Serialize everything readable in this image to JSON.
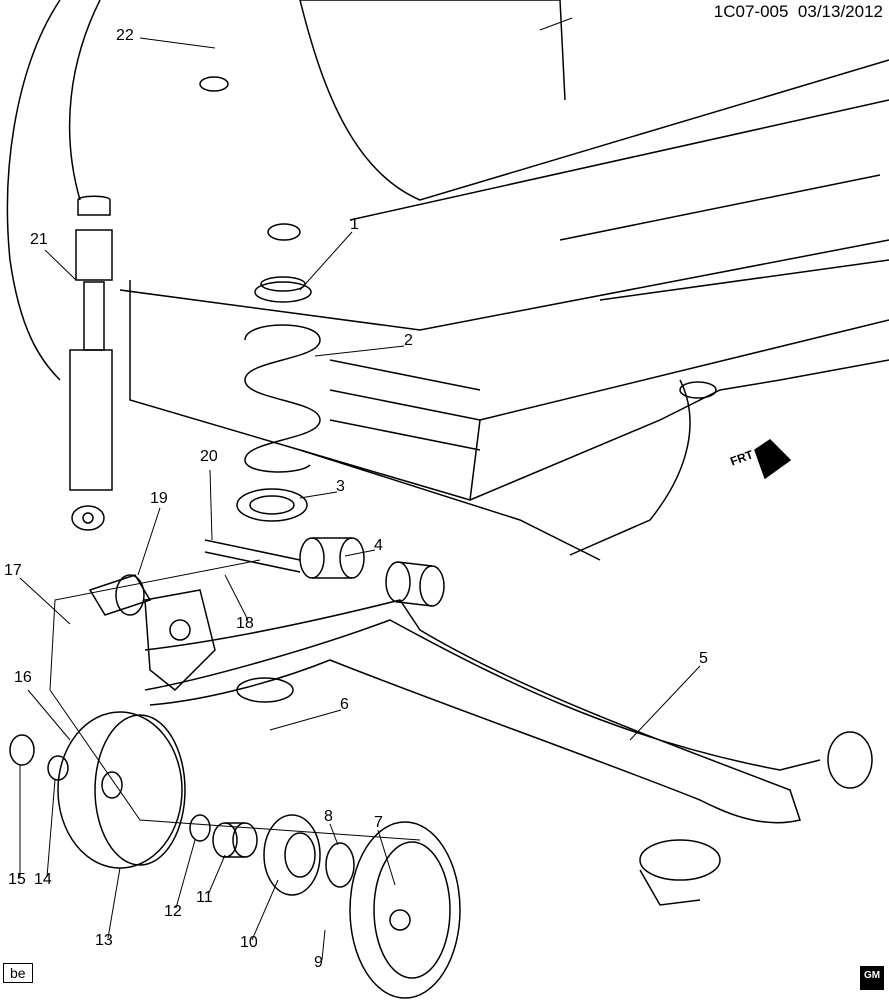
{
  "header": {
    "code": "1C07-005",
    "date": "03/13/2012"
  },
  "footer": {
    "badge": "be",
    "logo": "GM"
  },
  "front_indicator": "FRT",
  "callouts": [
    "1",
    "2",
    "3",
    "4",
    "5",
    "6",
    "7",
    "8",
    "9",
    "10",
    "11",
    "12",
    "13",
    "14",
    "15",
    "16",
    "17",
    "18",
    "19",
    "20",
    "21",
    "22"
  ]
}
